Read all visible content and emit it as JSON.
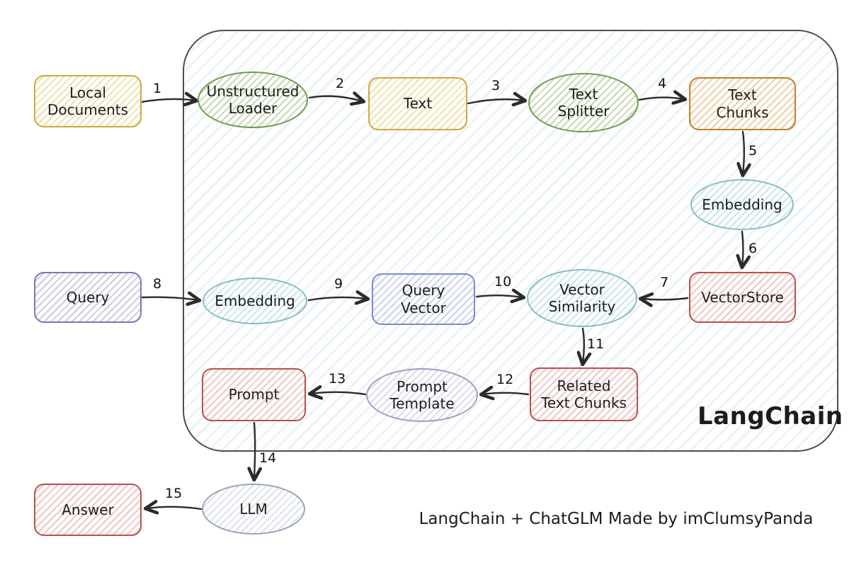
{
  "diagram": {
    "brand_label": "LangChain",
    "caption": "LangChain + ChatGLM Made by imClumsyPanda",
    "nodes": {
      "local_documents": "Local\nDocuments",
      "unstructured_loader": "Unstructured\nLoader",
      "text": "Text",
      "text_splitter": "Text\nSplitter",
      "text_chunks": "Text\nChunks",
      "embedding_store": "Embedding",
      "vector_store": "VectorStore",
      "query": "Query",
      "embedding_query": "Embedding",
      "query_vector": "Query\nVector",
      "vector_similarity": "Vector\nSimilarity",
      "related_text_chunks": "Related\nText Chunks",
      "prompt_template": "Prompt\nTemplate",
      "prompt": "Prompt",
      "llm": "LLM",
      "answer": "Answer"
    },
    "edges": {
      "e1": "1",
      "e2": "2",
      "e3": "3",
      "e4": "4",
      "e5": "5",
      "e6": "6",
      "e7": "7",
      "e8": "8",
      "e9": "9",
      "e10": "10",
      "e11": "11",
      "e12": "12",
      "e13": "13",
      "e14": "14",
      "e15": "15"
    },
    "colors": {
      "yellow_border": "#cfa93f",
      "green_border": "#6d9c50",
      "orange_border": "#c07f2d",
      "teal_border": "#85bdc4",
      "red_border": "#b9504c",
      "purple_border": "#8272b8",
      "blue_border": "#7b8cc9",
      "lavender_border": "#a49ac5",
      "bluegray_border": "#98a4b6",
      "container_border": "#4d4d4d",
      "container_hatch": "#7dafd7",
      "arrow": "#2b2b2b"
    }
  }
}
